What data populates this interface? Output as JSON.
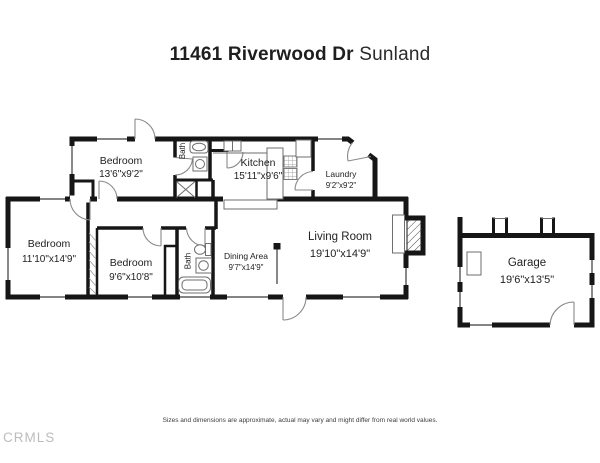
{
  "title": {
    "address": "11461 Riverwood Dr",
    "city": "Sunland"
  },
  "rooms": {
    "bedroom_top": {
      "name": "Bedroom",
      "dims": "13'6\"x9'2\""
    },
    "kitchen": {
      "name": "Kitchen",
      "dims": "15'11\"x9'6\""
    },
    "laundry": {
      "name": "Laundry",
      "dims": "9'2\"x9'2\""
    },
    "bath_top": {
      "name": "Bath"
    },
    "bedroom_left": {
      "name": "Bedroom",
      "dims": "11'10\"x14'9\""
    },
    "bedroom_middle": {
      "name": "Bedroom",
      "dims": "9'6\"x10'8\""
    },
    "bath_bottom": {
      "name": "Bath"
    },
    "dining": {
      "name": "Dining Area",
      "dims": "9'7\"x14'9\""
    },
    "living": {
      "name": "Living Room",
      "dims": "19'10\"x14'9\""
    },
    "garage": {
      "name": "Garage",
      "dims": "19'6\"x13'5\""
    }
  },
  "footer": {
    "disclaimer": "Sizes and dimensions are approximate, actual may vary and might differ from real world values.",
    "logo": "CRMLS"
  },
  "colors": {
    "wall": "#161616",
    "fixture_line": "#6e6e6e",
    "logo_gray": "#bdbdbd"
  }
}
